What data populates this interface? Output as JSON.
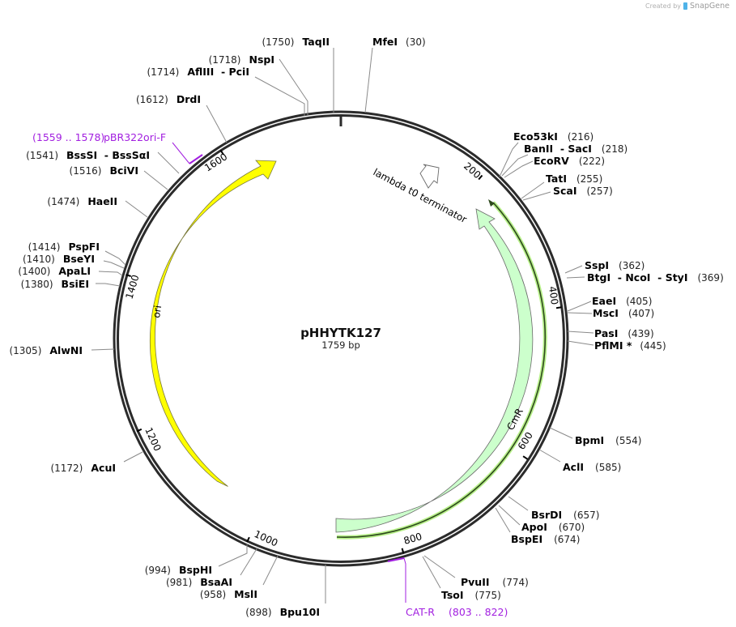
{
  "credit": {
    "prefix": "Created by",
    "brand": "SnapGene"
  },
  "plasmid": {
    "name": "pHHYTK127",
    "length_label": "1759 bp",
    "length": 1759
  },
  "colors": {
    "backbone": "#2b2b2b",
    "ori_fill": "#ffff00",
    "cmr_fill": "#ccffcc",
    "cmr_highlight": "#b8f08a",
    "primer": "#a21fe0",
    "leader": "#8a8a8a"
  },
  "ticks": [
    {
      "pos": 200,
      "label": "200"
    },
    {
      "pos": 400,
      "label": "400"
    },
    {
      "pos": 600,
      "label": "600"
    },
    {
      "pos": 800,
      "label": "800"
    },
    {
      "pos": 1000,
      "label": "1000"
    },
    {
      "pos": 1200,
      "label": "1200"
    },
    {
      "pos": 1400,
      "label": "1400"
    },
    {
      "pos": 1600,
      "label": "1600"
    }
  ],
  "features": [
    {
      "name": "ori",
      "label": "ori",
      "type": "rep_origin",
      "color": "#ffff00"
    },
    {
      "name": "CmR",
      "label": "CmR",
      "type": "CDS",
      "color": "#ccffcc"
    },
    {
      "name": "lambda t0 terminator",
      "label": "lambda t0 terminator",
      "type": "terminator",
      "color": "#ffffff"
    }
  ],
  "primers": [
    {
      "name": "pBR322ori-F",
      "range": "(1559 .. 1578)"
    },
    {
      "name": "CAT-R",
      "range": "(803 .. 822)"
    }
  ],
  "enzymes_right": [
    {
      "name": "MfeI",
      "pos": "(30)"
    },
    {
      "name": "Eco53kI",
      "pos": "(216)"
    },
    {
      "name": "BanII  - SacI",
      "pos": "(218)"
    },
    {
      "name": "EcoRV",
      "pos": "(222)"
    },
    {
      "name": "TatI",
      "pos": "(255)"
    },
    {
      "name": "ScaI",
      "pos": "(257)"
    },
    {
      "name": "SspI",
      "pos": "(362)"
    },
    {
      "name": "BtgI  - NcoI  - StyI",
      "pos": "(369)"
    },
    {
      "name": "EaeI",
      "pos": "(405)"
    },
    {
      "name": "MscI",
      "pos": "(407)"
    },
    {
      "name": "PasI",
      "pos": "(439)"
    },
    {
      "name": "PflMI *",
      "pos": "(445)"
    },
    {
      "name": "BpmI",
      "pos": "(554)"
    },
    {
      "name": "AclI",
      "pos": "(585)"
    },
    {
      "name": "BsrDI",
      "pos": "(657)"
    },
    {
      "name": "ApoI",
      "pos": "(670)"
    },
    {
      "name": "BspEI",
      "pos": "(674)"
    },
    {
      "name": "PvuII",
      "pos": "(774)"
    },
    {
      "name": "TsoI",
      "pos": "(775)"
    }
  ],
  "enzymes_left": [
    {
      "name": "TaqII",
      "pos": "(1750)"
    },
    {
      "name": "NspI",
      "pos": "(1718)"
    },
    {
      "name": "AflIII  - PciI",
      "pos": "(1714)"
    },
    {
      "name": "DrdI",
      "pos": "(1612)"
    },
    {
      "name": "BssSI  - BssSαI",
      "pos": "(1541)"
    },
    {
      "name": "BciVI",
      "pos": "(1516)"
    },
    {
      "name": "HaeII",
      "pos": "(1474)"
    },
    {
      "name": "PspFI",
      "pos": "(1414)"
    },
    {
      "name": "BseYI",
      "pos": "(1410)"
    },
    {
      "name": "ApaLI",
      "pos": "(1400)"
    },
    {
      "name": "BsiEI",
      "pos": "(1380)"
    },
    {
      "name": "AlwNI",
      "pos": "(1305)"
    },
    {
      "name": "AcuI",
      "pos": "(1172)"
    },
    {
      "name": "BspHI",
      "pos": "(994)"
    },
    {
      "name": "BsaAI",
      "pos": "(981)"
    },
    {
      "name": "MslI",
      "pos": "(958)"
    },
    {
      "name": "Bpu10I",
      "pos": "(898)"
    }
  ]
}
